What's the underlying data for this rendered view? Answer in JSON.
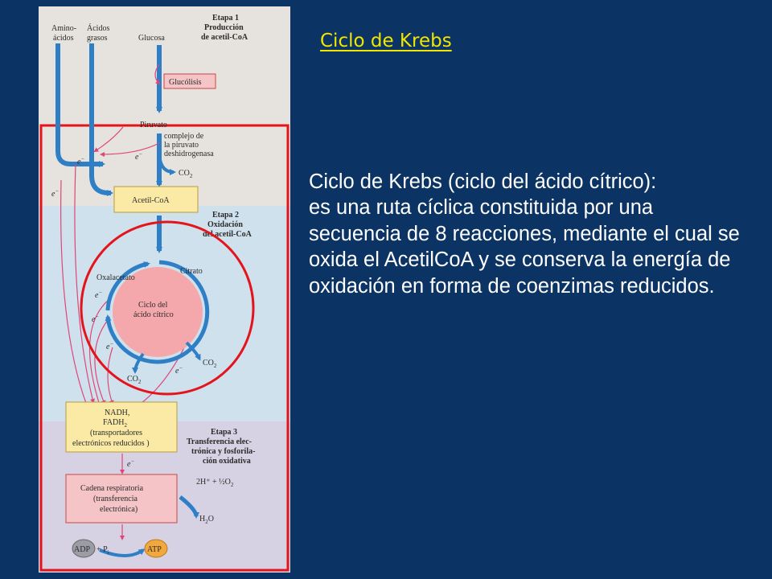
{
  "slide": {
    "title": "Ciclo de Krebs",
    "body": [
      "Ciclo de Krebs (ciclo del ácido cítrico):",
      "es una ruta cíclica constituida por una secuencia de 8 reacciones, mediante el cual se oxida el AcetilCoA y se conserva la energía de oxidación  en forma de coenzimas reducidos."
    ]
  },
  "figure": {
    "top_labels": {
      "amino_1": "Amino-",
      "amino_2": "ácidos",
      "fatty_1": "Ácidos",
      "fatty_2": "grasos",
      "glucose": "Glucosa"
    },
    "stage1": {
      "l1": "Etapa 1",
      "l2": "Producción",
      "l3": "de acetil-CoA"
    },
    "glycolysis": "Glucólisis",
    "pyruvate": "Piruvato",
    "complex": {
      "l1": "complejo de",
      "l2": "la piruvato",
      "l3": "deshidrogenasa"
    },
    "co2": "CO",
    "sub2": "2",
    "electron": "e",
    "minus": "−",
    "acetyl": "Acetil-CoA",
    "stage2": {
      "l1": "Etapa 2",
      "l2": "Oxidación",
      "l3": "del acetil-CoA"
    },
    "citrate": "Citrato",
    "oxaloacetate": "Oxalacetato",
    "cycle": {
      "l1": "Ciclo del",
      "l2": "ácido cítrico"
    },
    "carriers": {
      "l1": "NADH,",
      "l2": "FADH",
      "l3": "(transportadores",
      "l4": "electrónicos reducidos )"
    },
    "stage3": {
      "l1": "Etapa 3",
      "l2": "Transferencia elec-",
      "l3": "trónica y fosforila-",
      "l4": "ción oxidativa"
    },
    "oxygen": "2H⁺ + ½O",
    "chain": {
      "l1": "Cadena respiratoria",
      "l2": "(transferencia",
      "l3": "electrónica)"
    },
    "water": "H",
    "water_o": "O",
    "adp": "ADP",
    "pi": "+ P",
    "pi_sub": "i",
    "atp": "ATP"
  }
}
